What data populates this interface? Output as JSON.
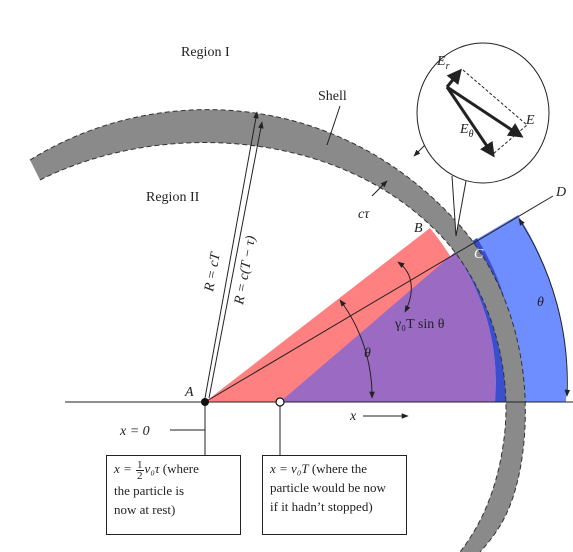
{
  "labels": {
    "region_1": "Region I",
    "region_2": "Region II",
    "shell": "Shell",
    "c_tau": "cτ",
    "point_a": "A",
    "point_b": "B",
    "point_c": "C",
    "point_d": "D",
    "r_ct": "R = cT",
    "r_ct_tau": "R = c(T − τ)",
    "gamma_term": "γ₀T sin θ",
    "theta_left": "θ",
    "theta_right": "θ",
    "x_axis": "x",
    "x_eq_zero": "x = 0",
    "e_r": "E",
    "e_r_sub": "r",
    "e_theta": "E",
    "e_theta_sub": "θ",
    "e_total": "E"
  },
  "boxes": {
    "left_prefix": "x = ",
    "left_frac_num": "1",
    "left_frac_den": "2",
    "left_formula": "v₀τ",
    "left_line1_tail": " (where",
    "left_line2": "the particle is",
    "left_line3": "now at rest)",
    "right_line1": "x = v₀T",
    "right_line1_tail": " (where the",
    "right_line2": "particle would be now",
    "right_line3": "if it hadn’t stopped)"
  },
  "colors": {
    "region_red": "#ff8080",
    "region_purple": "#9b6bc4",
    "region_blue": "#6e8dff",
    "region_dark_blue": "#3a4fd0",
    "shell_gray": "#8a8a8a"
  }
}
